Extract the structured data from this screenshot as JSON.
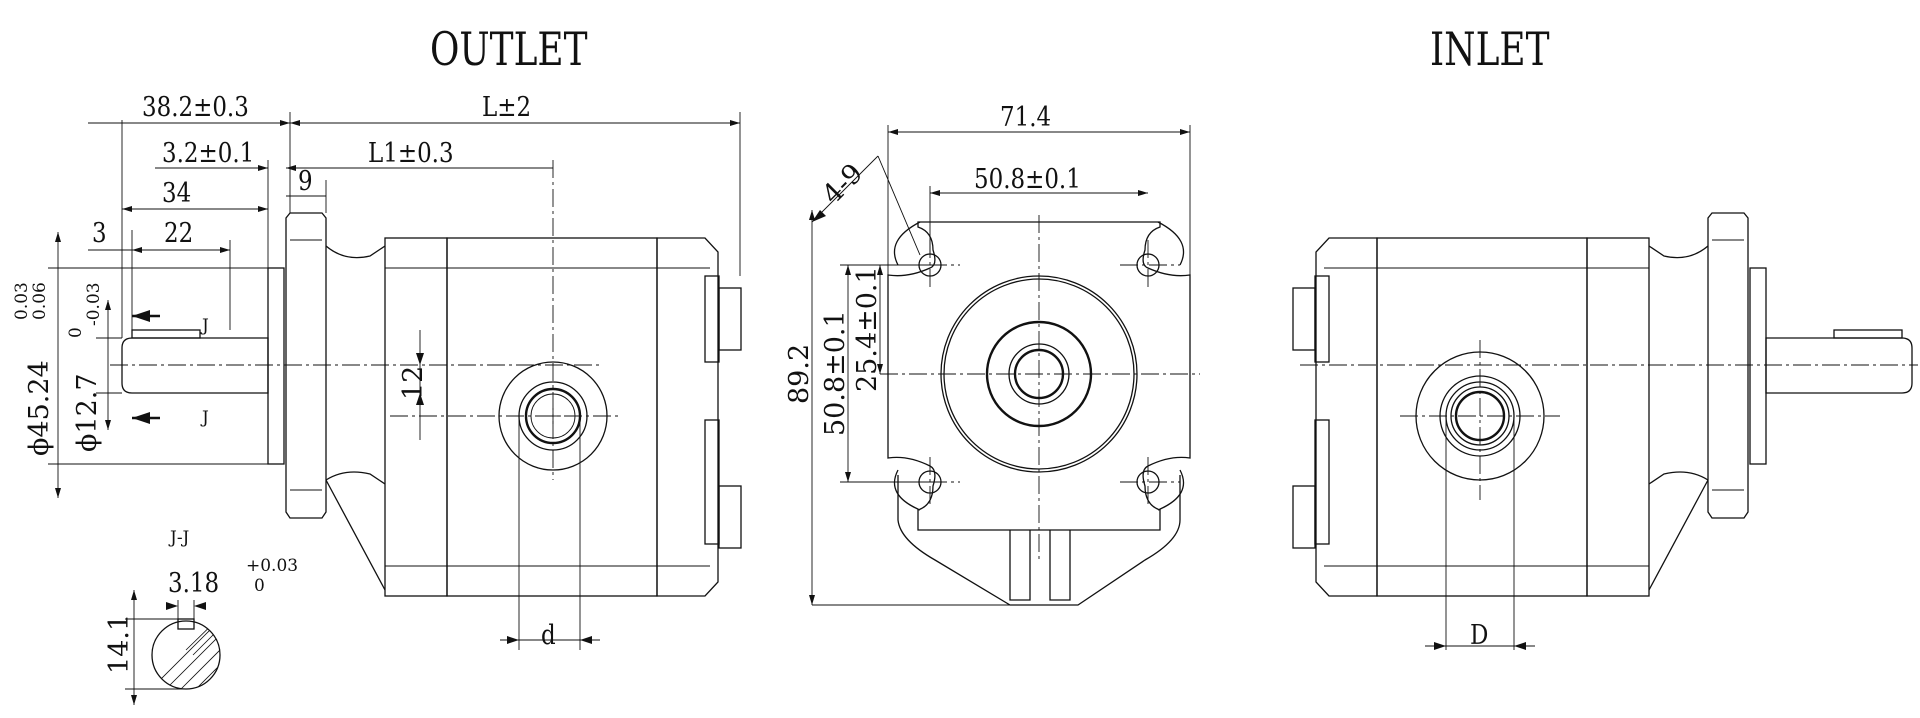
{
  "views": {
    "outlet": {
      "title": "OUTLET"
    },
    "inlet": {
      "title": "INLET"
    }
  },
  "dimensions": {
    "d_38_2": "38.2±0.3",
    "d_L": "L±2",
    "d_3_2": "3.2±0.1",
    "d_L1": "L1±0.3",
    "d_9": "9",
    "d_34": "34",
    "d_3": "3",
    "d_22": "22",
    "d_12": "12",
    "d_45_24": "ϕ45.24",
    "d_45_tol_upper": "0.03",
    "d_45_tol_lower": "0.06",
    "d_12_7": "ϕ12.7",
    "d_12_7_tol_upper": "0",
    "d_12_7_tol_lower": "-0.03",
    "section_mark": "J",
    "d_small_d": "d",
    "d_71_4": "71.4",
    "d_50_8_h": "50.8±0.1",
    "d_4_9": "4-9",
    "d_89_2": "89.2",
    "d_50_8_v": "50.8±0.1",
    "d_25_4": "25.4±0.1",
    "d_D": "D"
  },
  "section": {
    "title": "J-J",
    "key_width": "3.18",
    "key_tol_upper": "+0.03",
    "key_tol_lower": "0",
    "height": "14.1"
  }
}
